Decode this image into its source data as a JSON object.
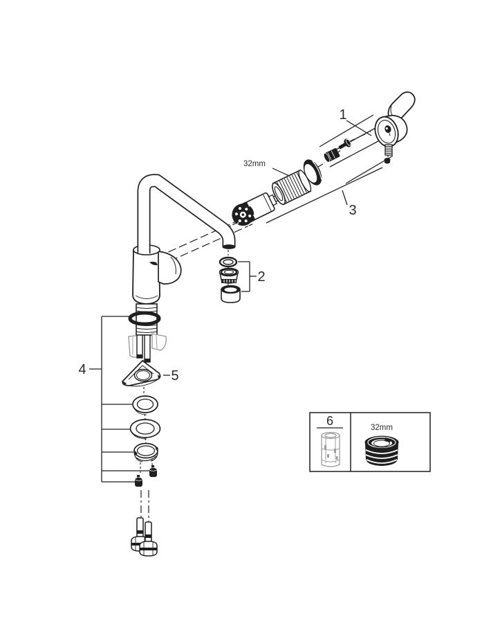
{
  "page": {
    "background": "#ffffff"
  },
  "diagram": {
    "type": "exploded-parts-diagram",
    "colors": {
      "line": "#1f1f1f",
      "gray_part": "#9c9c9c",
      "paper": "#ffffff",
      "dark_fill": "#1f1f1f"
    },
    "callouts": {
      "c1": "1",
      "c2": "2",
      "c3": "3",
      "c4": "4",
      "c5": "5",
      "c6": "6"
    },
    "dimensions": {
      "cartridge_cap": "32mm",
      "kit_cap": "32mm"
    }
  }
}
